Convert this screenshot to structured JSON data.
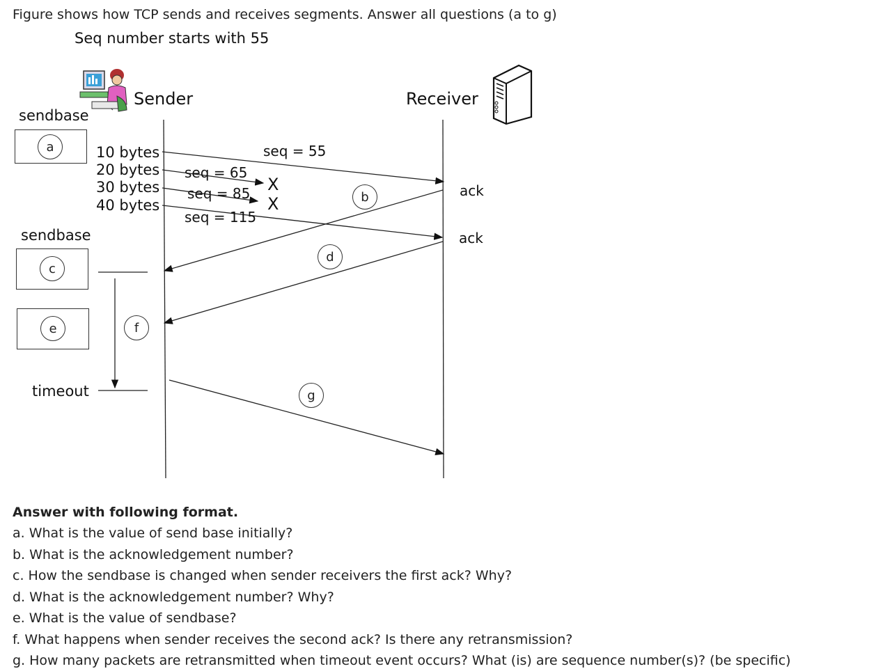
{
  "intro": {
    "line1": "Figure shows how TCP sends and receives segments. Answer all questions (a to g)",
    "line2": "Seq number starts with 55"
  },
  "diagram": {
    "sender_label": "Sender",
    "receiver_label": "Receiver",
    "sendbase_label_1": "sendbase",
    "sendbase_label_2": "sendbase",
    "timeout_label": "timeout",
    "segment_sizes": [
      "10 bytes",
      "20 bytes",
      "30 bytes",
      "40 bytes"
    ],
    "seq_labels": [
      "seq = 55",
      "seq = 65",
      "seq = 85",
      "seq = 115"
    ],
    "loss_marks": [
      "X",
      "X"
    ],
    "ack_labels": [
      "ack",
      "ack"
    ],
    "circles": {
      "a": "a",
      "b": "b",
      "c": "c",
      "d": "d",
      "e": "e",
      "f": "f",
      "g": "g"
    }
  },
  "questions": {
    "header": "Answer with following format.",
    "items": [
      "a. What is the value of send base initially?",
      "b. What is the acknowledgement number?",
      "c. How the sendbase is changed when sender receivers the first ack? Why?",
      "d. What is the acknowledgement number? Why?",
      "e. What is the value of sendbase?",
      "f. What happens when sender receives the second ack? Is there any retransmission?",
      "g. How many packets are retransmitted when timeout event occurs? What (is) are sequence number(s)? (be specific)"
    ]
  }
}
